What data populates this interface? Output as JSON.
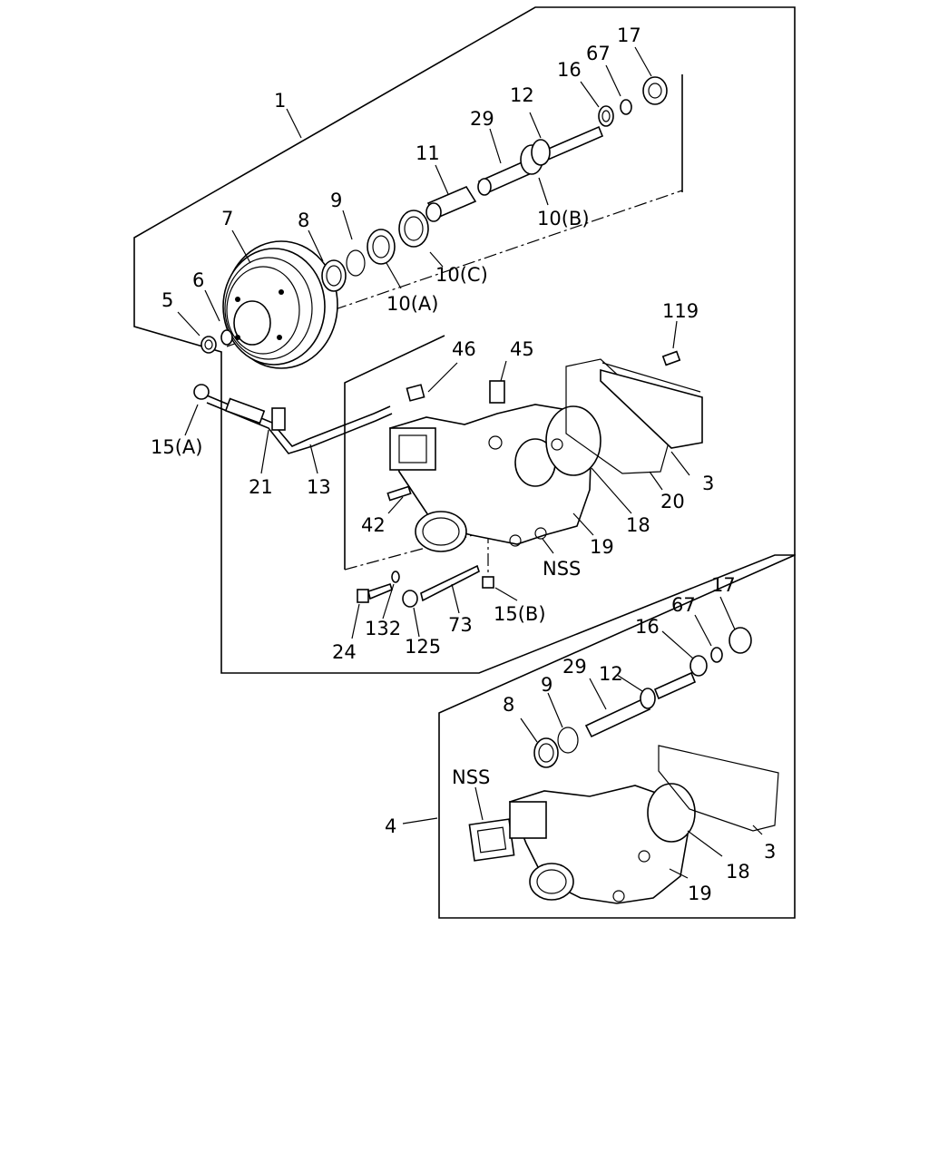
{
  "callouts": {
    "c1": "1",
    "c17": "17",
    "c67": "67",
    "c16": "16",
    "c12": "12",
    "c29": "29",
    "c11": "11",
    "c10b": "10(B)",
    "c7": "7",
    "c8": "8",
    "c9": "9",
    "c10c": "10(C)",
    "c10a": "10(A)",
    "c5": "5",
    "c6": "6",
    "c119": "119",
    "c46": "46",
    "c45": "45",
    "c15a": "15(A)",
    "c21": "21",
    "c13": "13",
    "c3": "3",
    "c20": "20",
    "c18": "18",
    "c42": "42",
    "c19": "19",
    "cnss": "NSS",
    "c15b": "15(B)",
    "c24": "24",
    "c132": "132",
    "c125": "125",
    "c73": "73"
  },
  "callouts_b": {
    "c17": "17",
    "c67": "67",
    "c16": "16",
    "c12": "12",
    "c29": "29",
    "c9": "9",
    "c8": "8",
    "cnss": "NSS",
    "c4": "4",
    "c3": "3",
    "c18": "18",
    "c19": "19"
  }
}
